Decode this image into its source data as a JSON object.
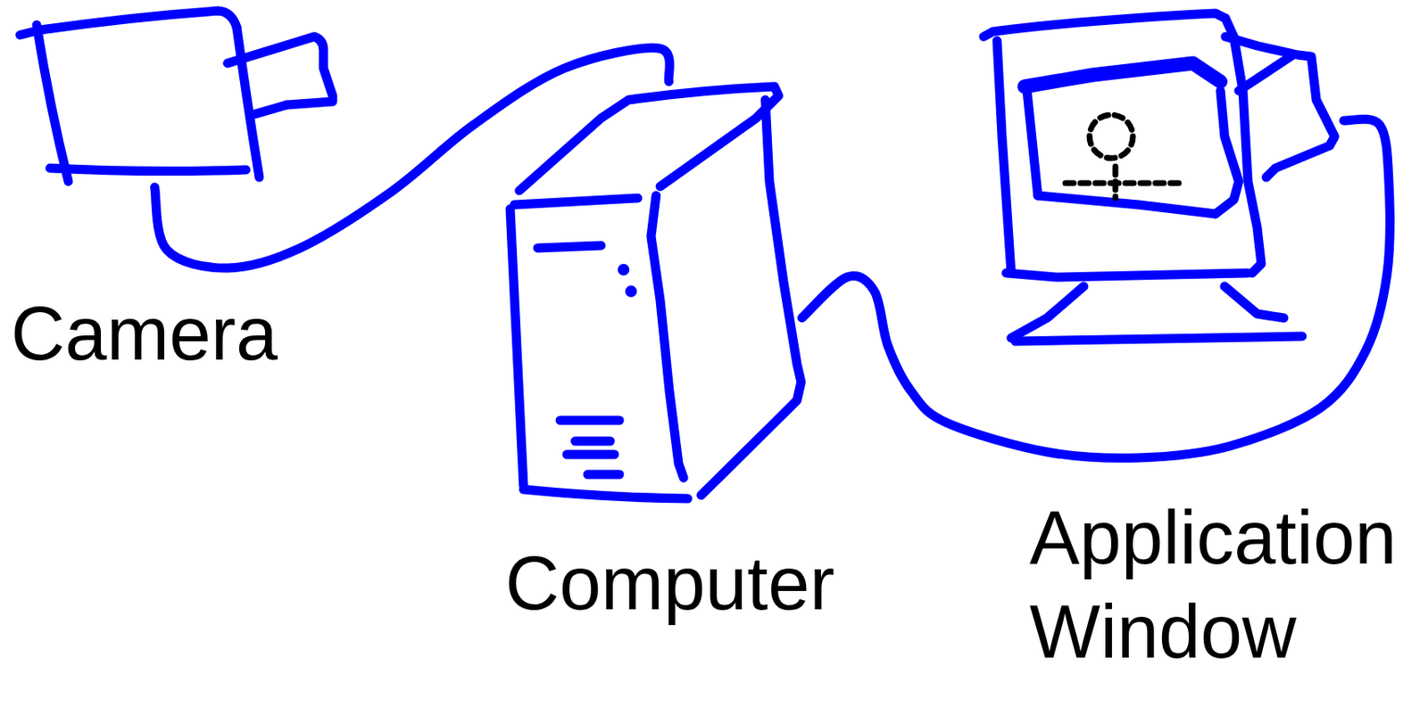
{
  "diagram": {
    "nodes": [
      {
        "text": [
          "Camera"
        ]
      },
      {
        "text": [
          "Computer"
        ]
      },
      {
        "text": [
          "Application Window"
        ]
      }
    ],
    "edges": [
      {
        "from": 0,
        "to": 1,
        "arrow": "none"
      },
      {
        "from": 1,
        "to": 2,
        "arrow": "none"
      }
    ]
  }
}
